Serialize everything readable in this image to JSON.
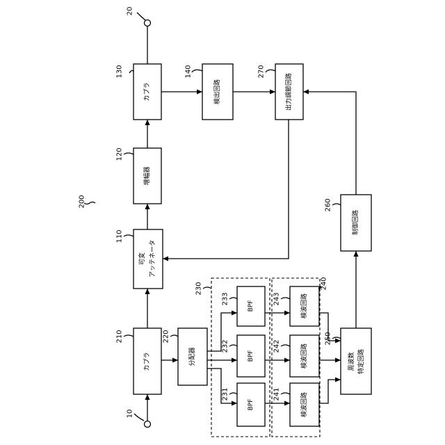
{
  "blocks": {
    "coupler_in": {
      "ref": "210",
      "label": "カプラ"
    },
    "splitter": {
      "ref": "220",
      "label": "分配器"
    },
    "bpf1": {
      "ref": "231",
      "label": "BPF"
    },
    "bpf2": {
      "ref": "232",
      "label": "BPF"
    },
    "bpf3": {
      "ref": "233",
      "label": "BPF"
    },
    "det1": {
      "ref": "241",
      "label": "検波回路"
    },
    "det2": {
      "ref": "242",
      "label": "検波回路"
    },
    "det3": {
      "ref": "243",
      "label": "検波回路"
    },
    "freq_id": {
      "ref": "250",
      "label1": "周波数",
      "label2": "特定回路"
    },
    "control": {
      "ref": "260",
      "label": "制御回路"
    },
    "out_adj": {
      "ref": "270",
      "label": "出力調節回路"
    },
    "atten": {
      "ref": "110",
      "label1": "可変",
      "label2": "アッテネータ"
    },
    "amp": {
      "ref": "120",
      "label": "増幅器"
    },
    "coupler_out": {
      "ref": "130",
      "label": "カプラ"
    },
    "detector": {
      "ref": "140",
      "label": "検出回路"
    }
  },
  "groups": {
    "bpf_group": {
      "ref": "230"
    },
    "det_group": {
      "ref": "240"
    }
  },
  "terminals": {
    "input": {
      "ref": "10"
    },
    "output": {
      "ref": "20"
    }
  },
  "system": {
    "ref": "200"
  }
}
